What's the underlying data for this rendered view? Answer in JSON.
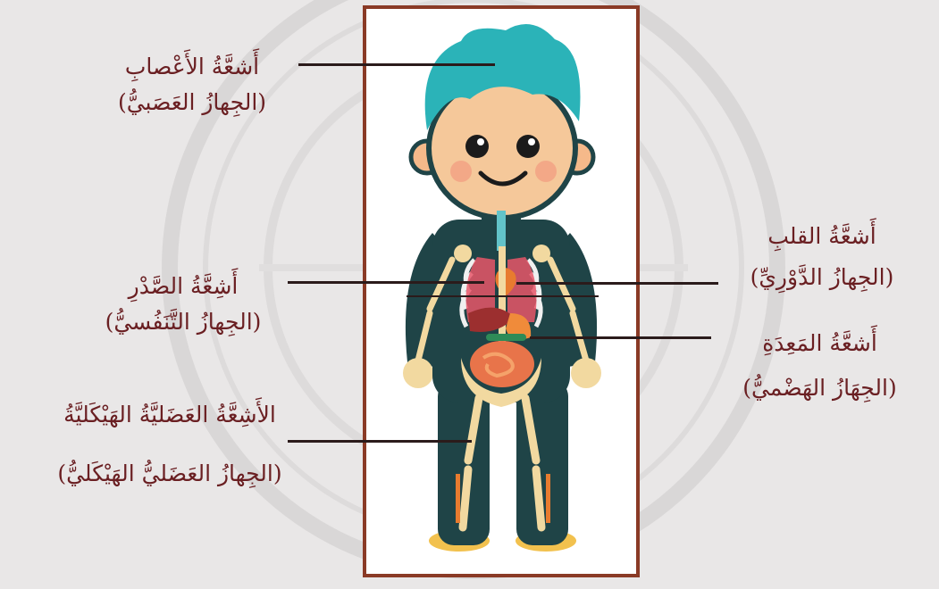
{
  "colors": {
    "background": "#e9e7e7",
    "frame": "#8a3a26",
    "label_text": "#6a1f22",
    "hair": "#2bb3b8",
    "body_outline": "#1f4447",
    "bones": "#f2d9a0"
  },
  "labels": {
    "nervous": {
      "title": "أَشعَّةُ الأَعْصابِ",
      "subtitle": "(الجِهازُ العَصَبيُّ)"
    },
    "respiratory": {
      "title": "أَشِعَّةُ الصَّدْرِ",
      "subtitle": "(الجِهازُ التَّنَفُسيُّ)"
    },
    "musculoskeletal": {
      "title": "الأَشِعَّةُ العَضَليَّةُ الهَيْكَليَّةُ",
      "subtitle": "(الجِهازُ العَضَليُّ الهَيْكَليُّ)"
    },
    "circulatory": {
      "title": "أَشعَّةُ القلبِ",
      "subtitle": "(الجِهازُ الدَّوْرِيِّ)"
    },
    "digestive": {
      "title": "أَشعَّةُ المَعِدَةِ",
      "subtitle": "(الجِهَازُ الهَضْميُّ)"
    }
  }
}
